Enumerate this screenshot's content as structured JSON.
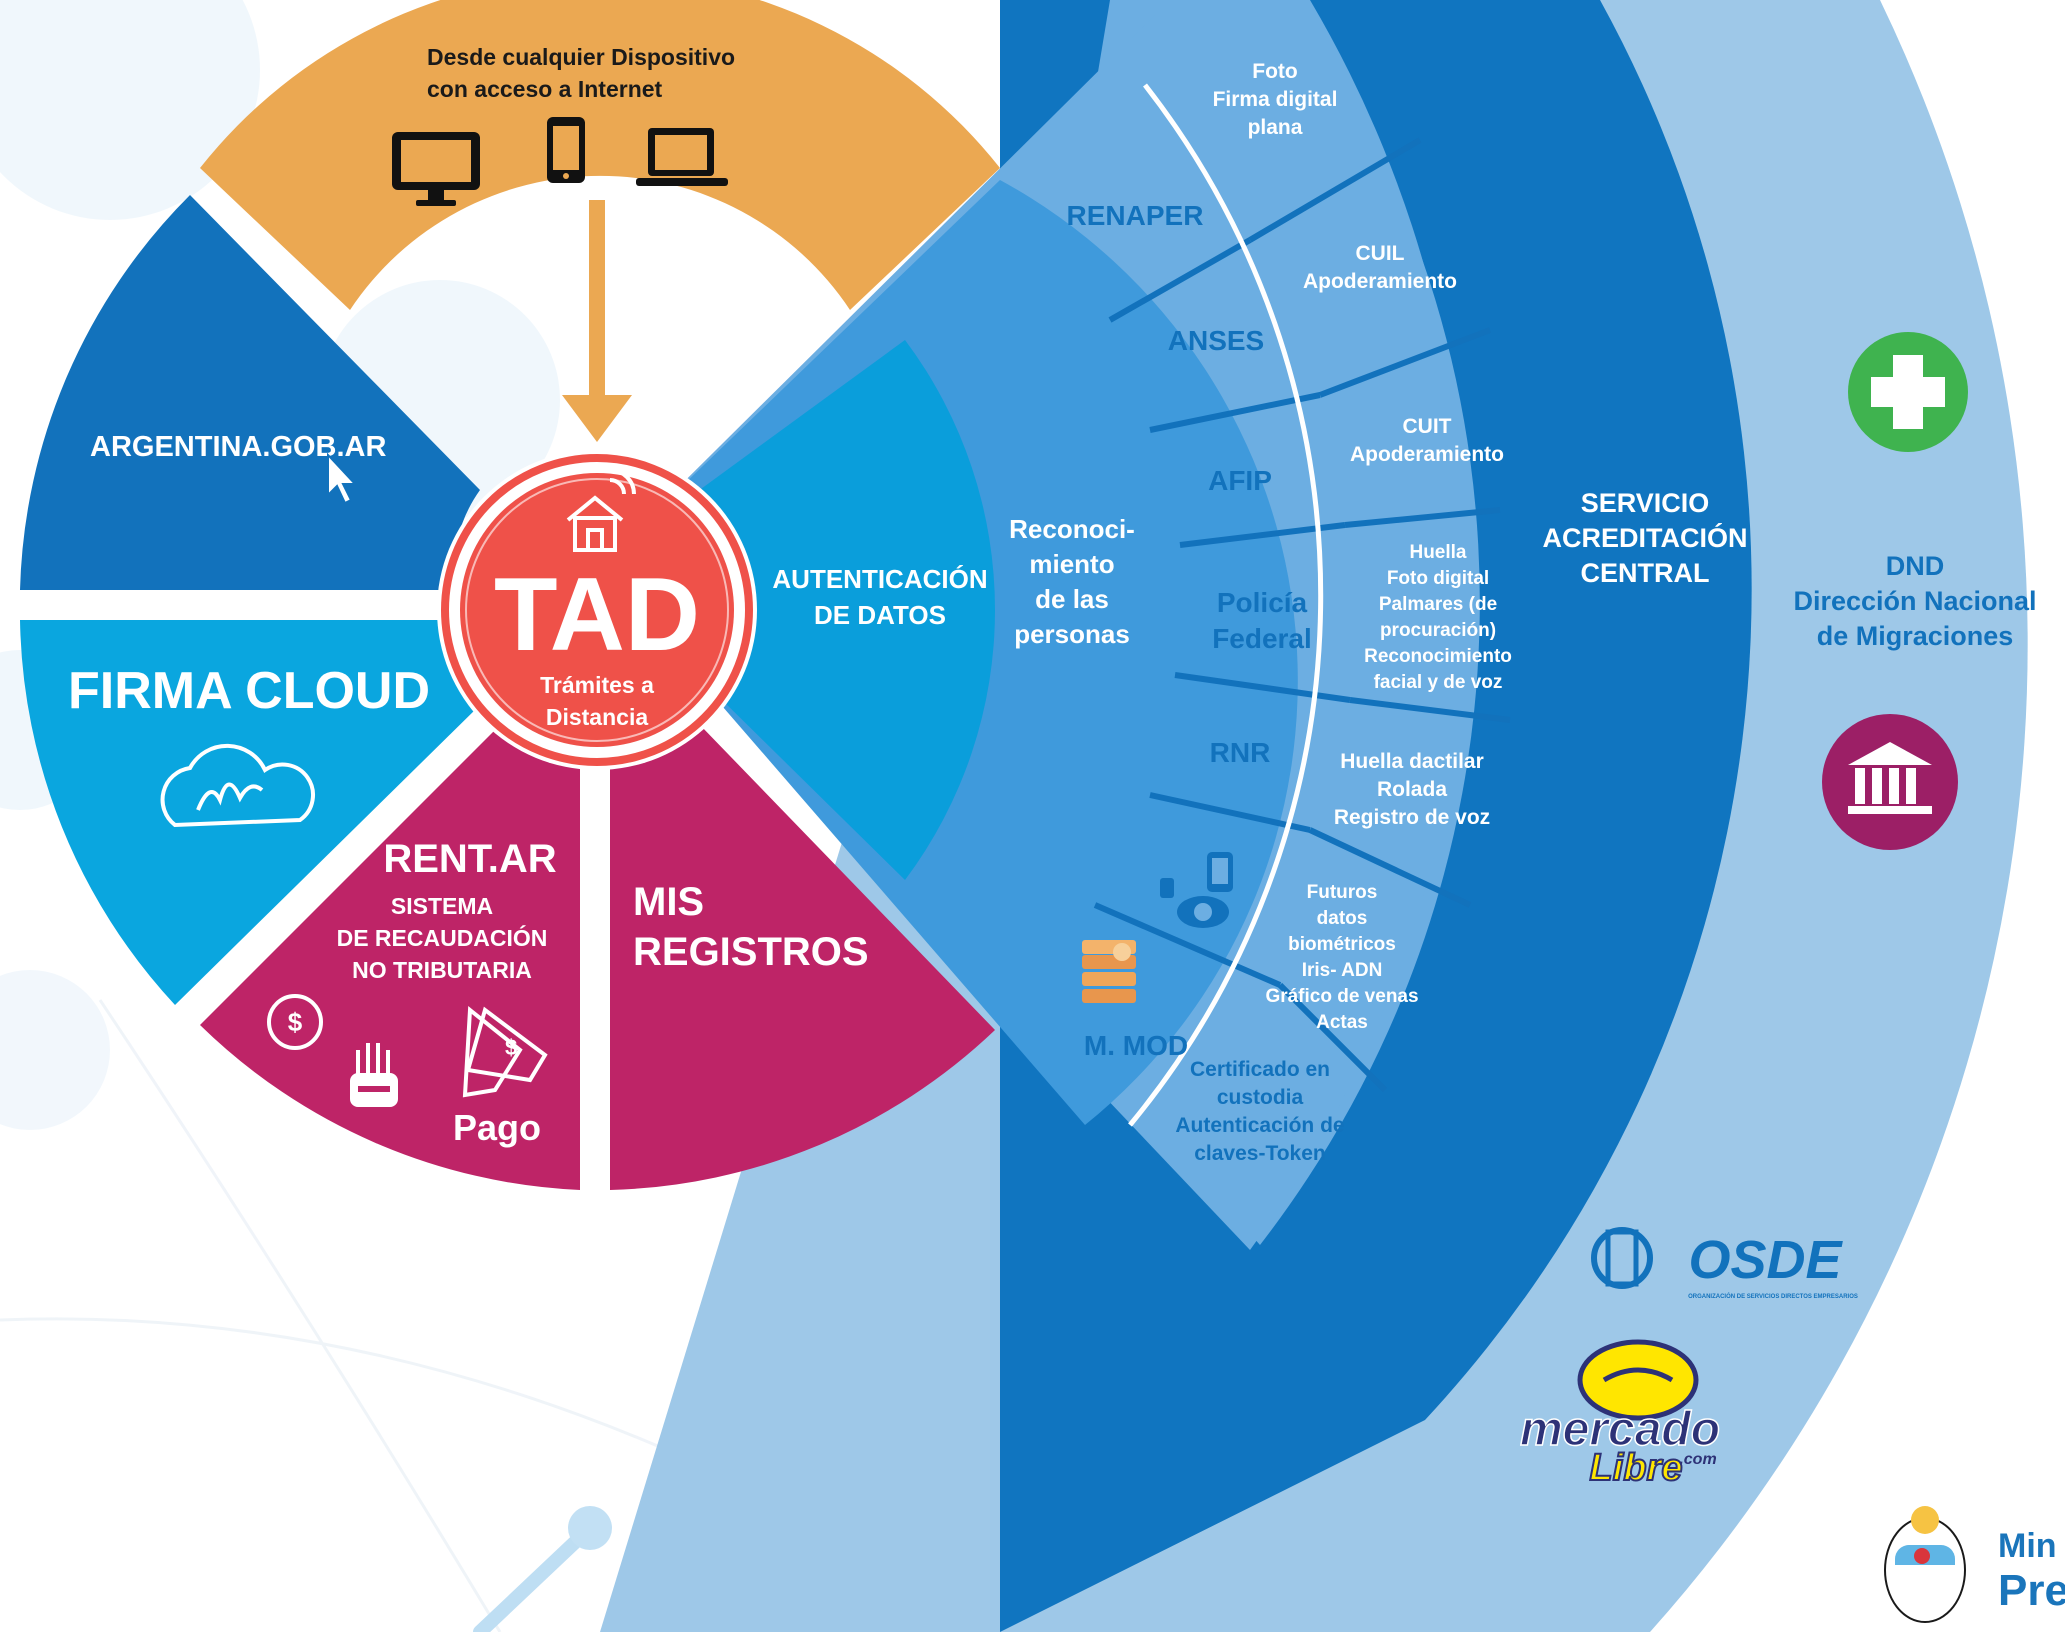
{
  "device_access": {
    "line1": "Desde cualquier Dispositivo",
    "line2": "con acceso a Internet",
    "icons": [
      "desktop-icon",
      "smartphone-icon",
      "laptop-icon"
    ]
  },
  "center": {
    "title": "TAD",
    "subtitle_line1": "Trámites a",
    "subtitle_line2": "Distancia"
  },
  "segments": {
    "argentina": "ARGENTINA.GOB.AR",
    "firma": "FIRMA CLOUD",
    "rentar": {
      "title": "RENT.AR",
      "line1": "SISTEMA",
      "line2": "DE RECAUDACIÓN",
      "line3": "NO TRIBUTARIA",
      "pago": "Pago"
    },
    "mis_registros": {
      "line1": "MIS",
      "line2": "REGISTROS"
    }
  },
  "fan": {
    "autenticacion": {
      "line1": "AUTENTICACIÓN",
      "line2": "DE DATOS"
    },
    "reconocimiento": [
      "Reconoci-",
      "miento",
      "de las",
      "personas"
    ],
    "agencies": [
      {
        "lines": [
          "RENAPER"
        ]
      },
      {
        "lines": [
          "ANSES"
        ]
      },
      {
        "lines": [
          "AFIP"
        ]
      },
      {
        "lines": [
          "Policía",
          "Federal"
        ]
      },
      {
        "lines": [
          "RNR"
        ]
      },
      {
        "lines": [
          "M. MOD"
        ]
      }
    ],
    "services": [
      {
        "lines": [
          "Foto",
          "Firma digital",
          "plana"
        ]
      },
      {
        "lines": [
          "CUIL",
          "Apoderamiento"
        ]
      },
      {
        "lines": [
          "CUIT",
          "Apoderamiento"
        ]
      },
      {
        "lines": [
          "Huella",
          "Foto digital",
          "Palmares (de",
          "procuración)",
          "Reconocimiento",
          "facial y de voz"
        ]
      },
      {
        "lines": [
          "Huella dactilar",
          "Rolada",
          "Registro de voz"
        ]
      },
      {
        "lines": [
          "Futuros",
          "datos",
          "biométricos",
          "Iris- ADN",
          "Gráfico de venas",
          "Actas"
        ]
      },
      {
        "lines": [
          "Certificado en",
          "custodia",
          "Autenticación de",
          "claves-Token"
        ]
      }
    ],
    "servicio": {
      "line1": "SERVICIO",
      "line2": "ACREDITACIÓN",
      "line3": "CENTRAL"
    },
    "dnd": {
      "line1": "DND",
      "line2": "Dirección Nacional",
      "line3": "de Migraciones"
    }
  },
  "logos": {
    "osde_text": "OSDE",
    "osde_sub": "ORGANIZACIÓN DE SERVICIOS DIRECTOS EMPRESARIOS",
    "ml_line1": "mercado",
    "ml_line2": "Libre",
    "ml_com": ".com",
    "ministerio_line1": "Min",
    "ministerio_line2": "Pre"
  },
  "colors": {
    "orange": "#EBA852",
    "dark_blue": "#1272BC",
    "cyan": "#0AA6DF",
    "magenta": "#BE2467",
    "tad_red": "#EF5149",
    "fan_outer": "#9EC8E8",
    "fan_band": "#1075C0",
    "fan_light": "#6CAEE2",
    "fan_mid": "#3A99DC",
    "fan_auth": "#0A9EDB",
    "green": "#3FB34F",
    "purple": "#9C1F66"
  }
}
